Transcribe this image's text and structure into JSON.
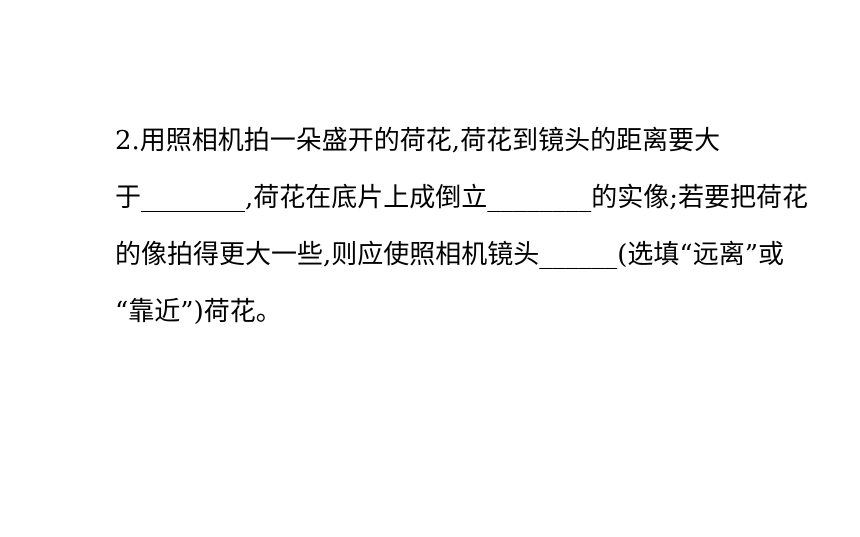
{
  "question": {
    "lines": [
      "2.用照相机拍一朵盛开的荷花,荷花到镜头的距离要大",
      "于________,荷花在底片上成倒立________的实像;若要把荷花",
      "的像拍得更大一些,则应使照相机镜头______(选填“远离”或",
      "“靠近”)荷花。"
    ]
  }
}
